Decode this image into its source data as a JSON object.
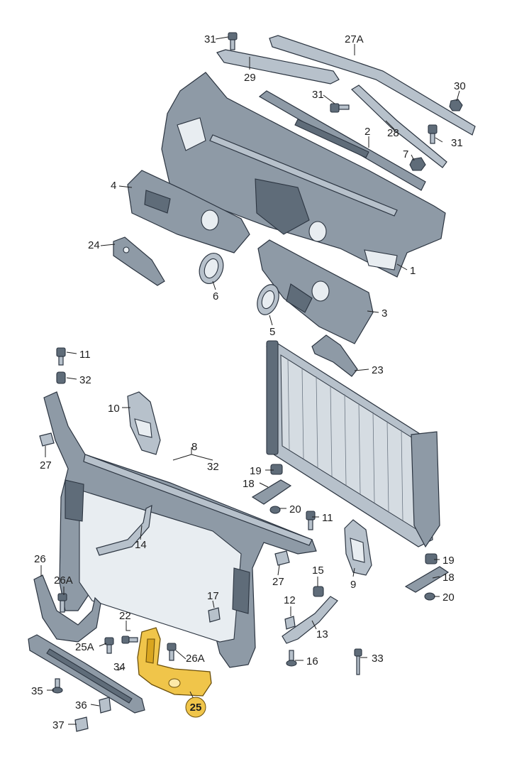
{
  "diagram": {
    "callouts": {
      "c1": "1",
      "c2": "2",
      "c3": "3",
      "c4": "4",
      "c5": "5",
      "c6": "6",
      "c7": "7",
      "c8": "8",
      "c8b": "32",
      "c9": "9",
      "c10": "10",
      "c11a": "11",
      "c11b": "11",
      "c12": "12",
      "c13": "13",
      "c14": "14",
      "c15": "15",
      "c16": "16",
      "c17": "17",
      "c18a": "18",
      "c18b": "18",
      "c19a": "19",
      "c19b": "19",
      "c20a": "20",
      "c20b": "20",
      "c22": "22",
      "c23": "23",
      "c24": "24",
      "c25": "25",
      "c25a": "25A",
      "c26": "26",
      "c26a1": "26A",
      "c26a2": "26A",
      "c27a": "27",
      "c27b": "27",
      "c27A": "27A",
      "c28": "28",
      "c29": "29",
      "c30": "30",
      "c31a": "31",
      "c31b": "31",
      "c31c": "31",
      "c32": "32",
      "c33": "33",
      "c34": "34",
      "c35": "35",
      "c36": "36",
      "c37": "37"
    },
    "highlighted_part": "25",
    "colors": {
      "part": "#8e9aa6",
      "highlight": "#f0c54a"
    }
  }
}
